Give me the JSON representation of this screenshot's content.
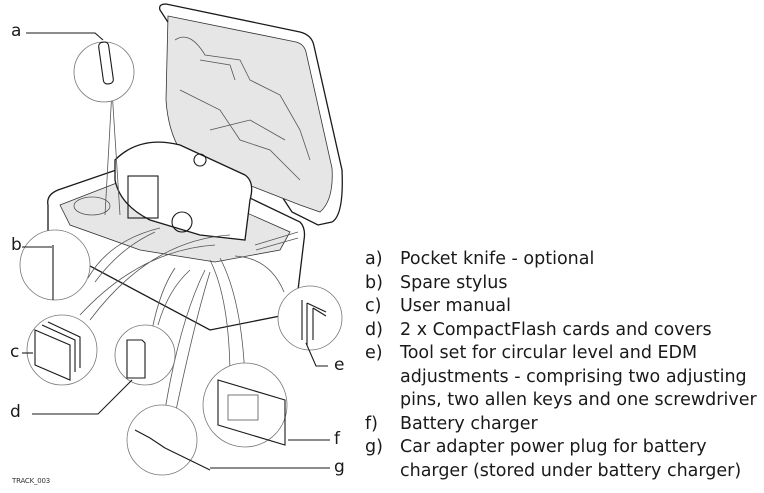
{
  "figure": {
    "id_label": "TRACK_003",
    "callouts": [
      "a",
      "b",
      "c",
      "d",
      "e",
      "f",
      "g"
    ]
  },
  "legend": [
    {
      "key": "a)",
      "text": "Pocket knife - optional"
    },
    {
      "key": "b)",
      "text": "Spare stylus"
    },
    {
      "key": "c)",
      "text": "User manual"
    },
    {
      "key": "d)",
      "text": "2 x CompactFlash cards and covers"
    },
    {
      "key": "e)",
      "text": "Tool set for circular level and EDM adjustments - comprising two adjusting pins, two allen keys and one screwdriver"
    },
    {
      "key": "f)",
      "text": "Battery charger"
    },
    {
      "key": "g)",
      "text": "Car adapter power plug for battery charger (stored under battery charger)"
    }
  ]
}
